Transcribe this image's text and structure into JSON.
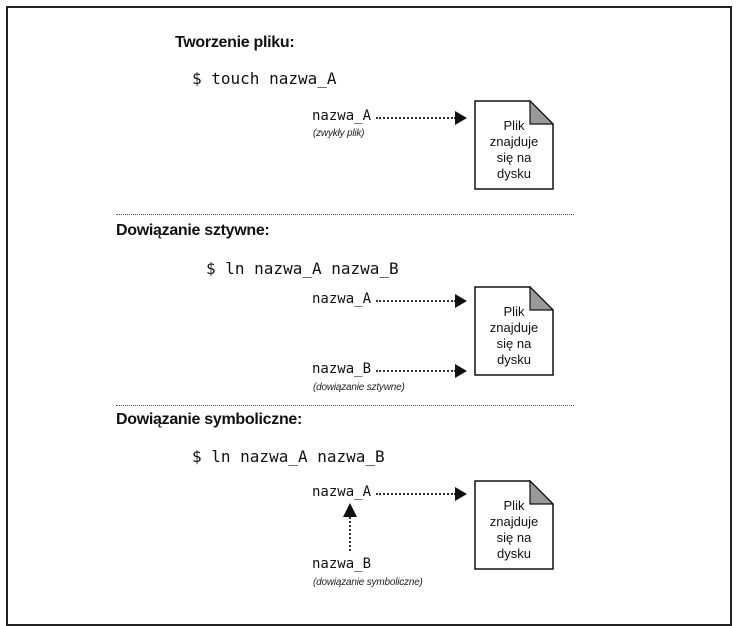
{
  "sections": [
    {
      "heading": "Tworzenie pliku:",
      "command": "$ touch nazwa_A",
      "name_a": "nazwa_A",
      "note_a": "(zwykły plik)"
    },
    {
      "heading": "Dowiązanie sztywne:",
      "command": "$ ln nazwa_A nazwa_B",
      "name_a": "nazwa_A",
      "name_b": "nazwa_B",
      "note_b": "(dowiązanie sztywne)"
    },
    {
      "heading": "Dowiązanie symboliczne:",
      "command": "$ ln nazwa_A nazwa_B",
      "name_a": "nazwa_A",
      "name_b": "nazwa_B",
      "note_b": "(dowiązanie symboliczne)"
    }
  ],
  "file_label": [
    "Plik",
    "znajduje",
    "się na",
    "dysku"
  ]
}
